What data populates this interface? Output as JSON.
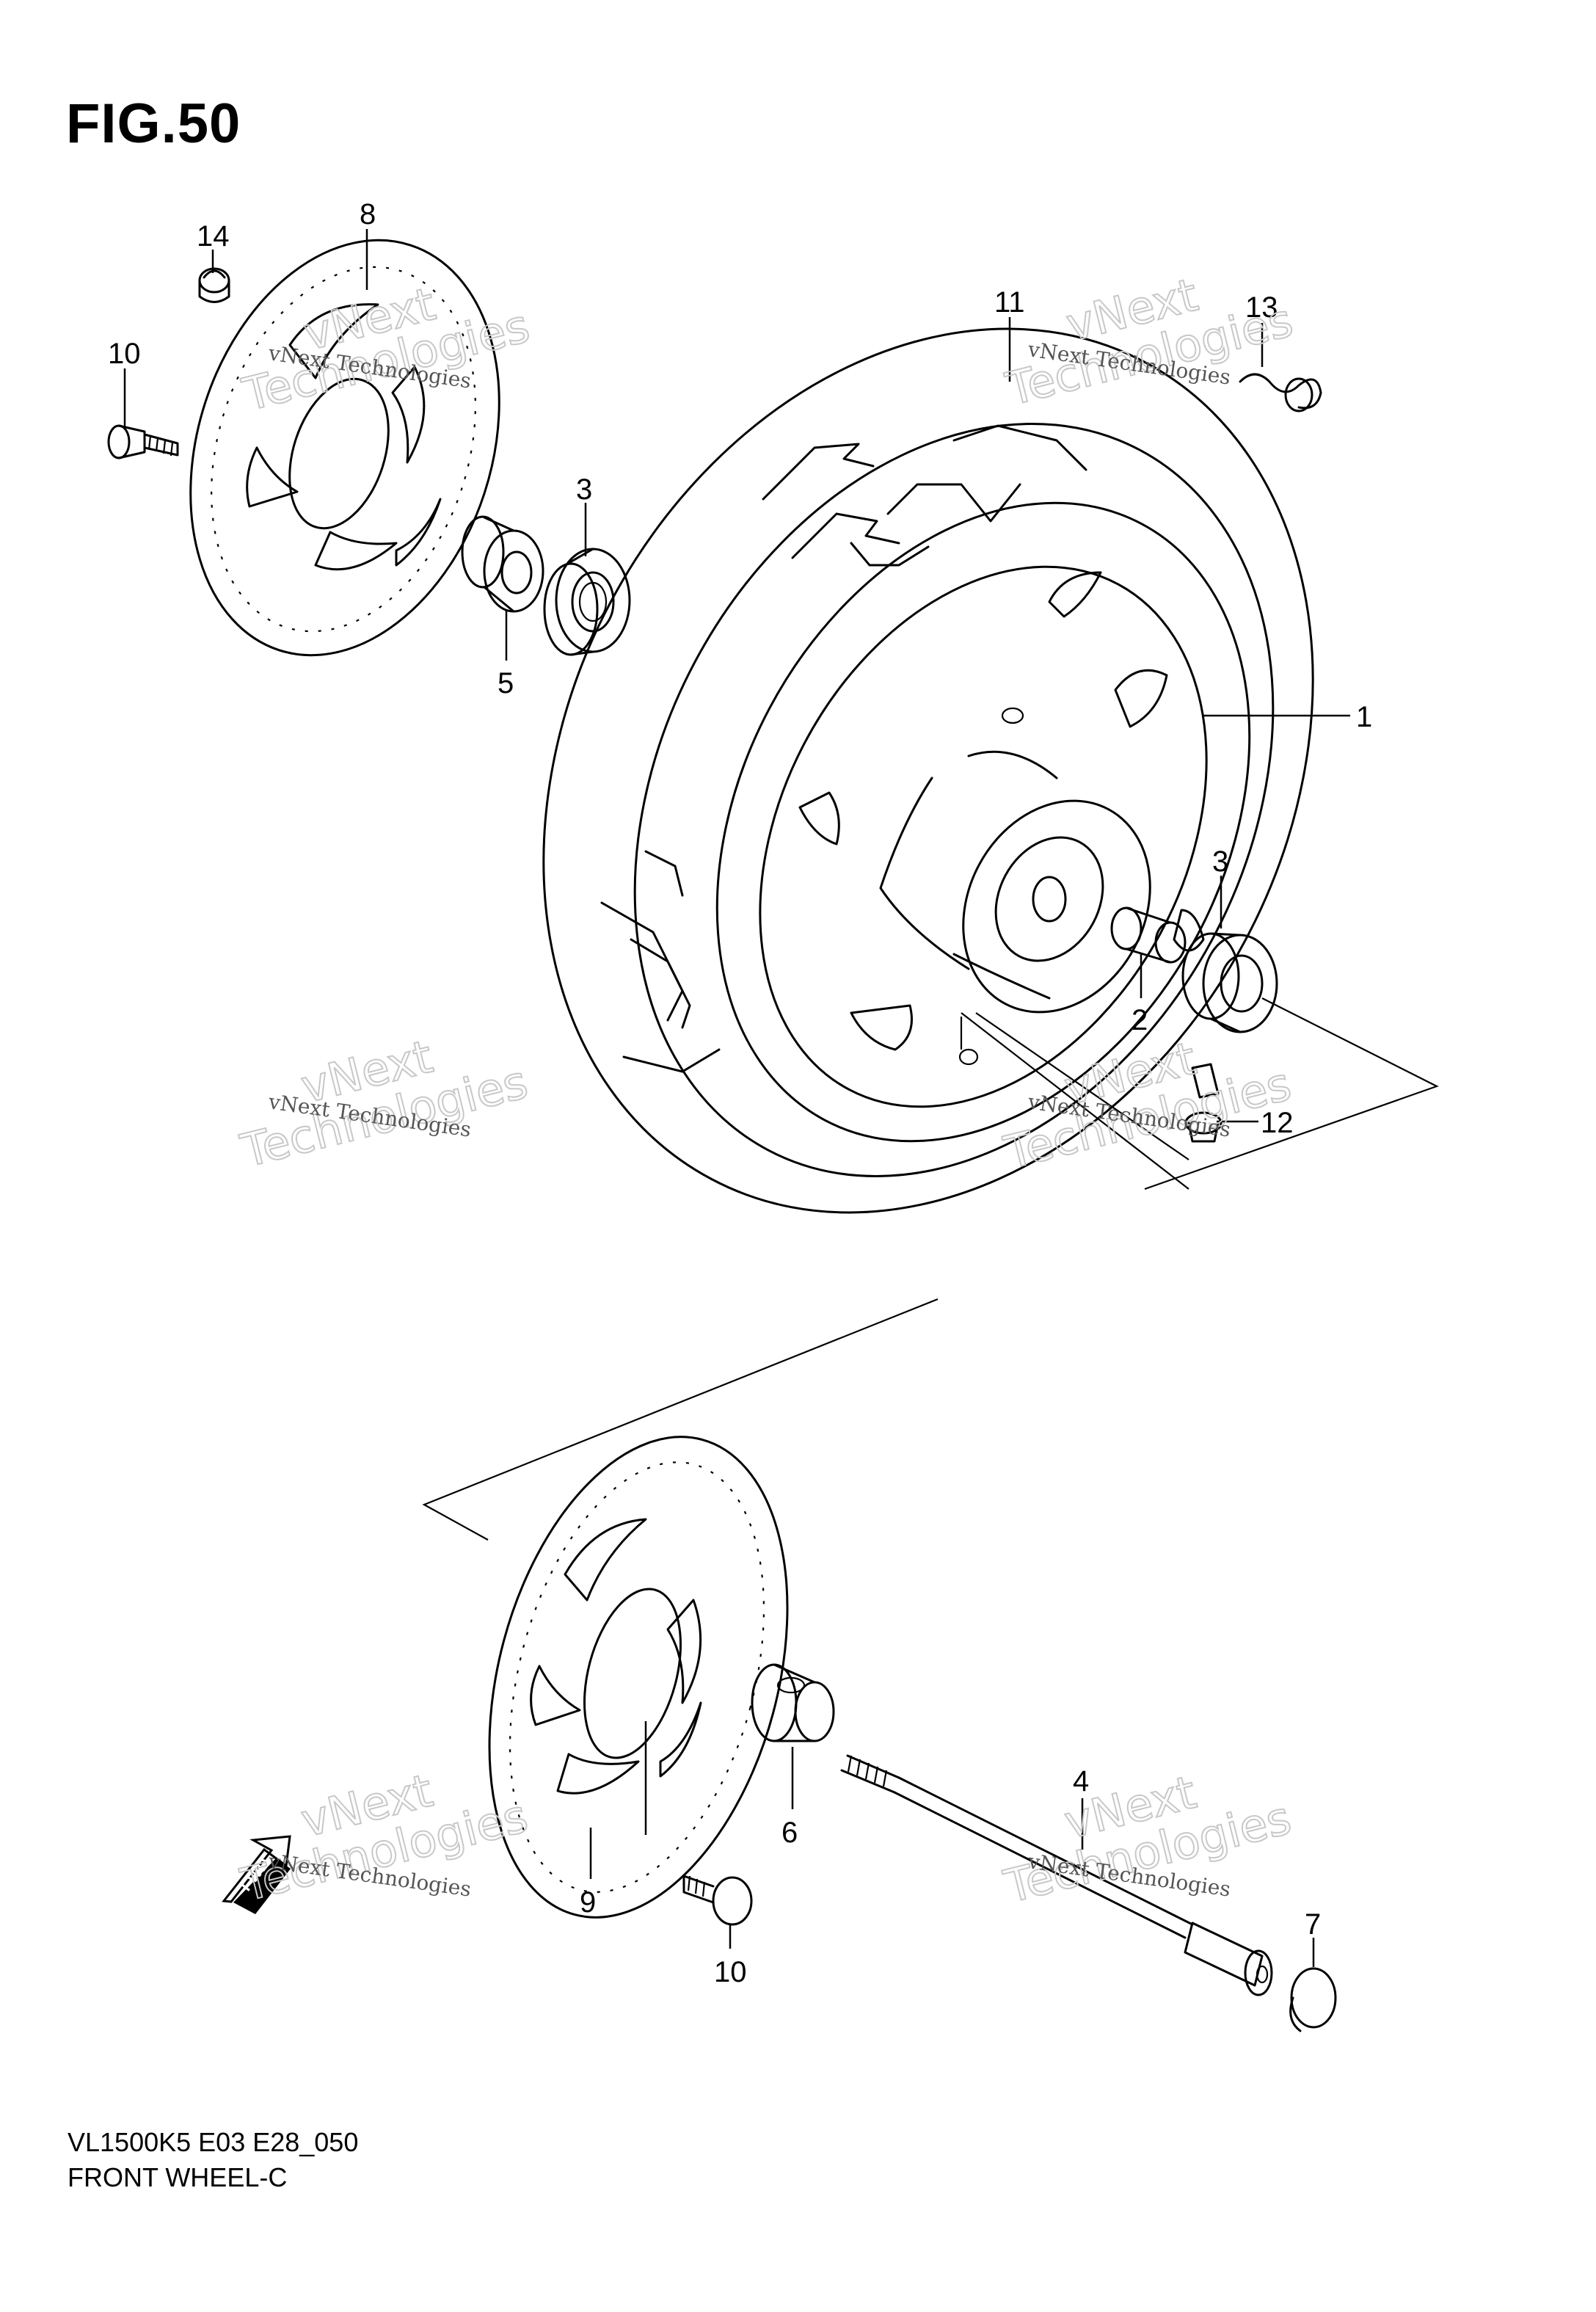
{
  "figure": {
    "title": "FIG.50",
    "code": "VL1500K5 E03 E28_050",
    "name": "FRONT WHEEL-C"
  },
  "callouts": [
    {
      "id": "c14",
      "text": "14"
    },
    {
      "id": "c8",
      "text": "8"
    },
    {
      "id": "c10a",
      "text": "10"
    },
    {
      "id": "c3a",
      "text": "3"
    },
    {
      "id": "c5",
      "text": "5"
    },
    {
      "id": "c11",
      "text": "11"
    },
    {
      "id": "c13",
      "text": "13"
    },
    {
      "id": "c1",
      "text": "1"
    },
    {
      "id": "c3b",
      "text": "3"
    },
    {
      "id": "c2",
      "text": "2"
    },
    {
      "id": "c12",
      "text": "12"
    },
    {
      "id": "c6",
      "text": "6"
    },
    {
      "id": "c4",
      "text": "4"
    },
    {
      "id": "c9",
      "text": "9"
    },
    {
      "id": "c10b",
      "text": "10"
    },
    {
      "id": "c7",
      "text": "7"
    }
  ],
  "fwd_arrow": "FWD",
  "watermark": {
    "small": "vNext Technologies",
    "big_a": "vNext",
    "big_b": "Technologies"
  }
}
